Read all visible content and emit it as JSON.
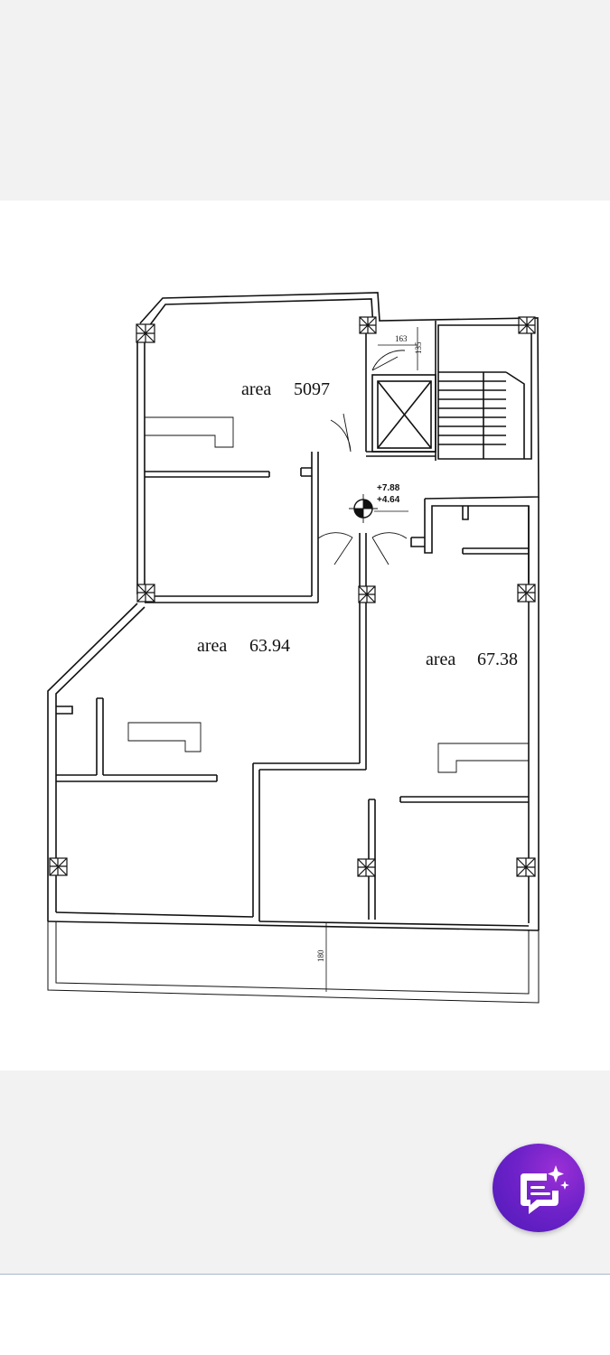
{
  "floor_plan": {
    "rooms": [
      {
        "label": "area",
        "value": "5097"
      },
      {
        "label": "area",
        "value": "63.94"
      },
      {
        "label": "area",
        "value": "67.38"
      }
    ],
    "dimensions": [
      "163",
      "135",
      "180"
    ],
    "levels": [
      "+7.88",
      "+4.64"
    ]
  },
  "chat_button": {
    "icon": "ai-chat-sparkle-icon",
    "color": "#6f22c9"
  }
}
